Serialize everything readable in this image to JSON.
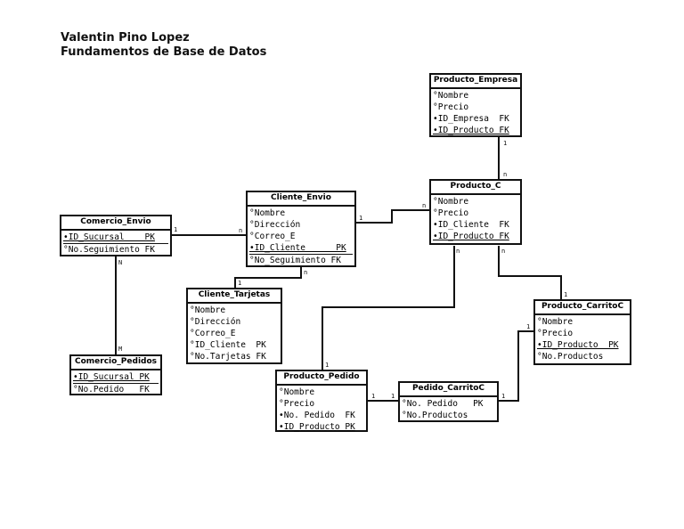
{
  "header": {
    "author": "Valentin Pino Lopez",
    "course": "Fundamentos de Base de Datos"
  },
  "entities": {
    "producto_empresa": {
      "title": "Producto_Empresa",
      "attributes": [
        "°Nombre",
        "°Precio",
        "•ID_Empresa  FK",
        "•ID_Producto FK"
      ]
    },
    "producto_c": {
      "title": "Producto_C",
      "attributes": [
        "°Nombre",
        "°Precio",
        "•ID_Cliente  FK",
        "•ID_Producto FK"
      ]
    },
    "cliente_envio": {
      "title": "Cliente_Envio",
      "attributes": [
        "°Nombre",
        "°Dirección",
        "°Correo_E",
        "•ID_Cliente      PK",
        "°No_Seguimiento FK"
      ]
    },
    "comercio_envio": {
      "title": "Comercio_Envio",
      "attributes": [
        "•ID_Sucursal    PK",
        "°No.Seguimiento FK"
      ]
    },
    "cliente_tarjetas": {
      "title": "Cliente_Tarjetas",
      "attributes": [
        "°Nombre",
        "°Dirección",
        "°Correo_E",
        "°ID_Cliente  PK",
        "°No.Tarjetas FK"
      ]
    },
    "comercio_pedidos": {
      "title": "Comercio_Pedidos",
      "attributes": [
        "•ID_Sucursal PK",
        "°No.Pedido   FK"
      ]
    },
    "producto_pedido": {
      "title": "Producto_Pedido",
      "attributes": [
        "°Nombre",
        "°Precio",
        "•No. Pedido  FK",
        "•ID_Producto PK"
      ]
    },
    "pedido_carritoc": {
      "title": "Pedido_CarritoC",
      "attributes": [
        "°No. Pedido   PK",
        "°No.Productos"
      ]
    },
    "producto_carritoc": {
      "title": "Producto_CarritoC",
      "attributes": [
        "°Nombre",
        "°Precio",
        "•ID_Producto  PK",
        "°No.Productos"
      ]
    }
  },
  "cardinalities": {
    "pe_top": "1",
    "pe_bottom": "n",
    "ce_left": "1",
    "ce_right": "n",
    "pc_left": "1",
    "pc_right": "n",
    "comm_env_bottom": "N",
    "comm_ped_top": "M",
    "cliente_bottom": "n",
    "tarjetas_top": "1",
    "pc_bottom_left": "n",
    "pped_top": "1",
    "pc_bottom_right": "n",
    "pcar_top": "1",
    "pped_right": "1",
    "pcarc_left": "1",
    "pcarc_right": "1",
    "pcar_left": "1"
  }
}
